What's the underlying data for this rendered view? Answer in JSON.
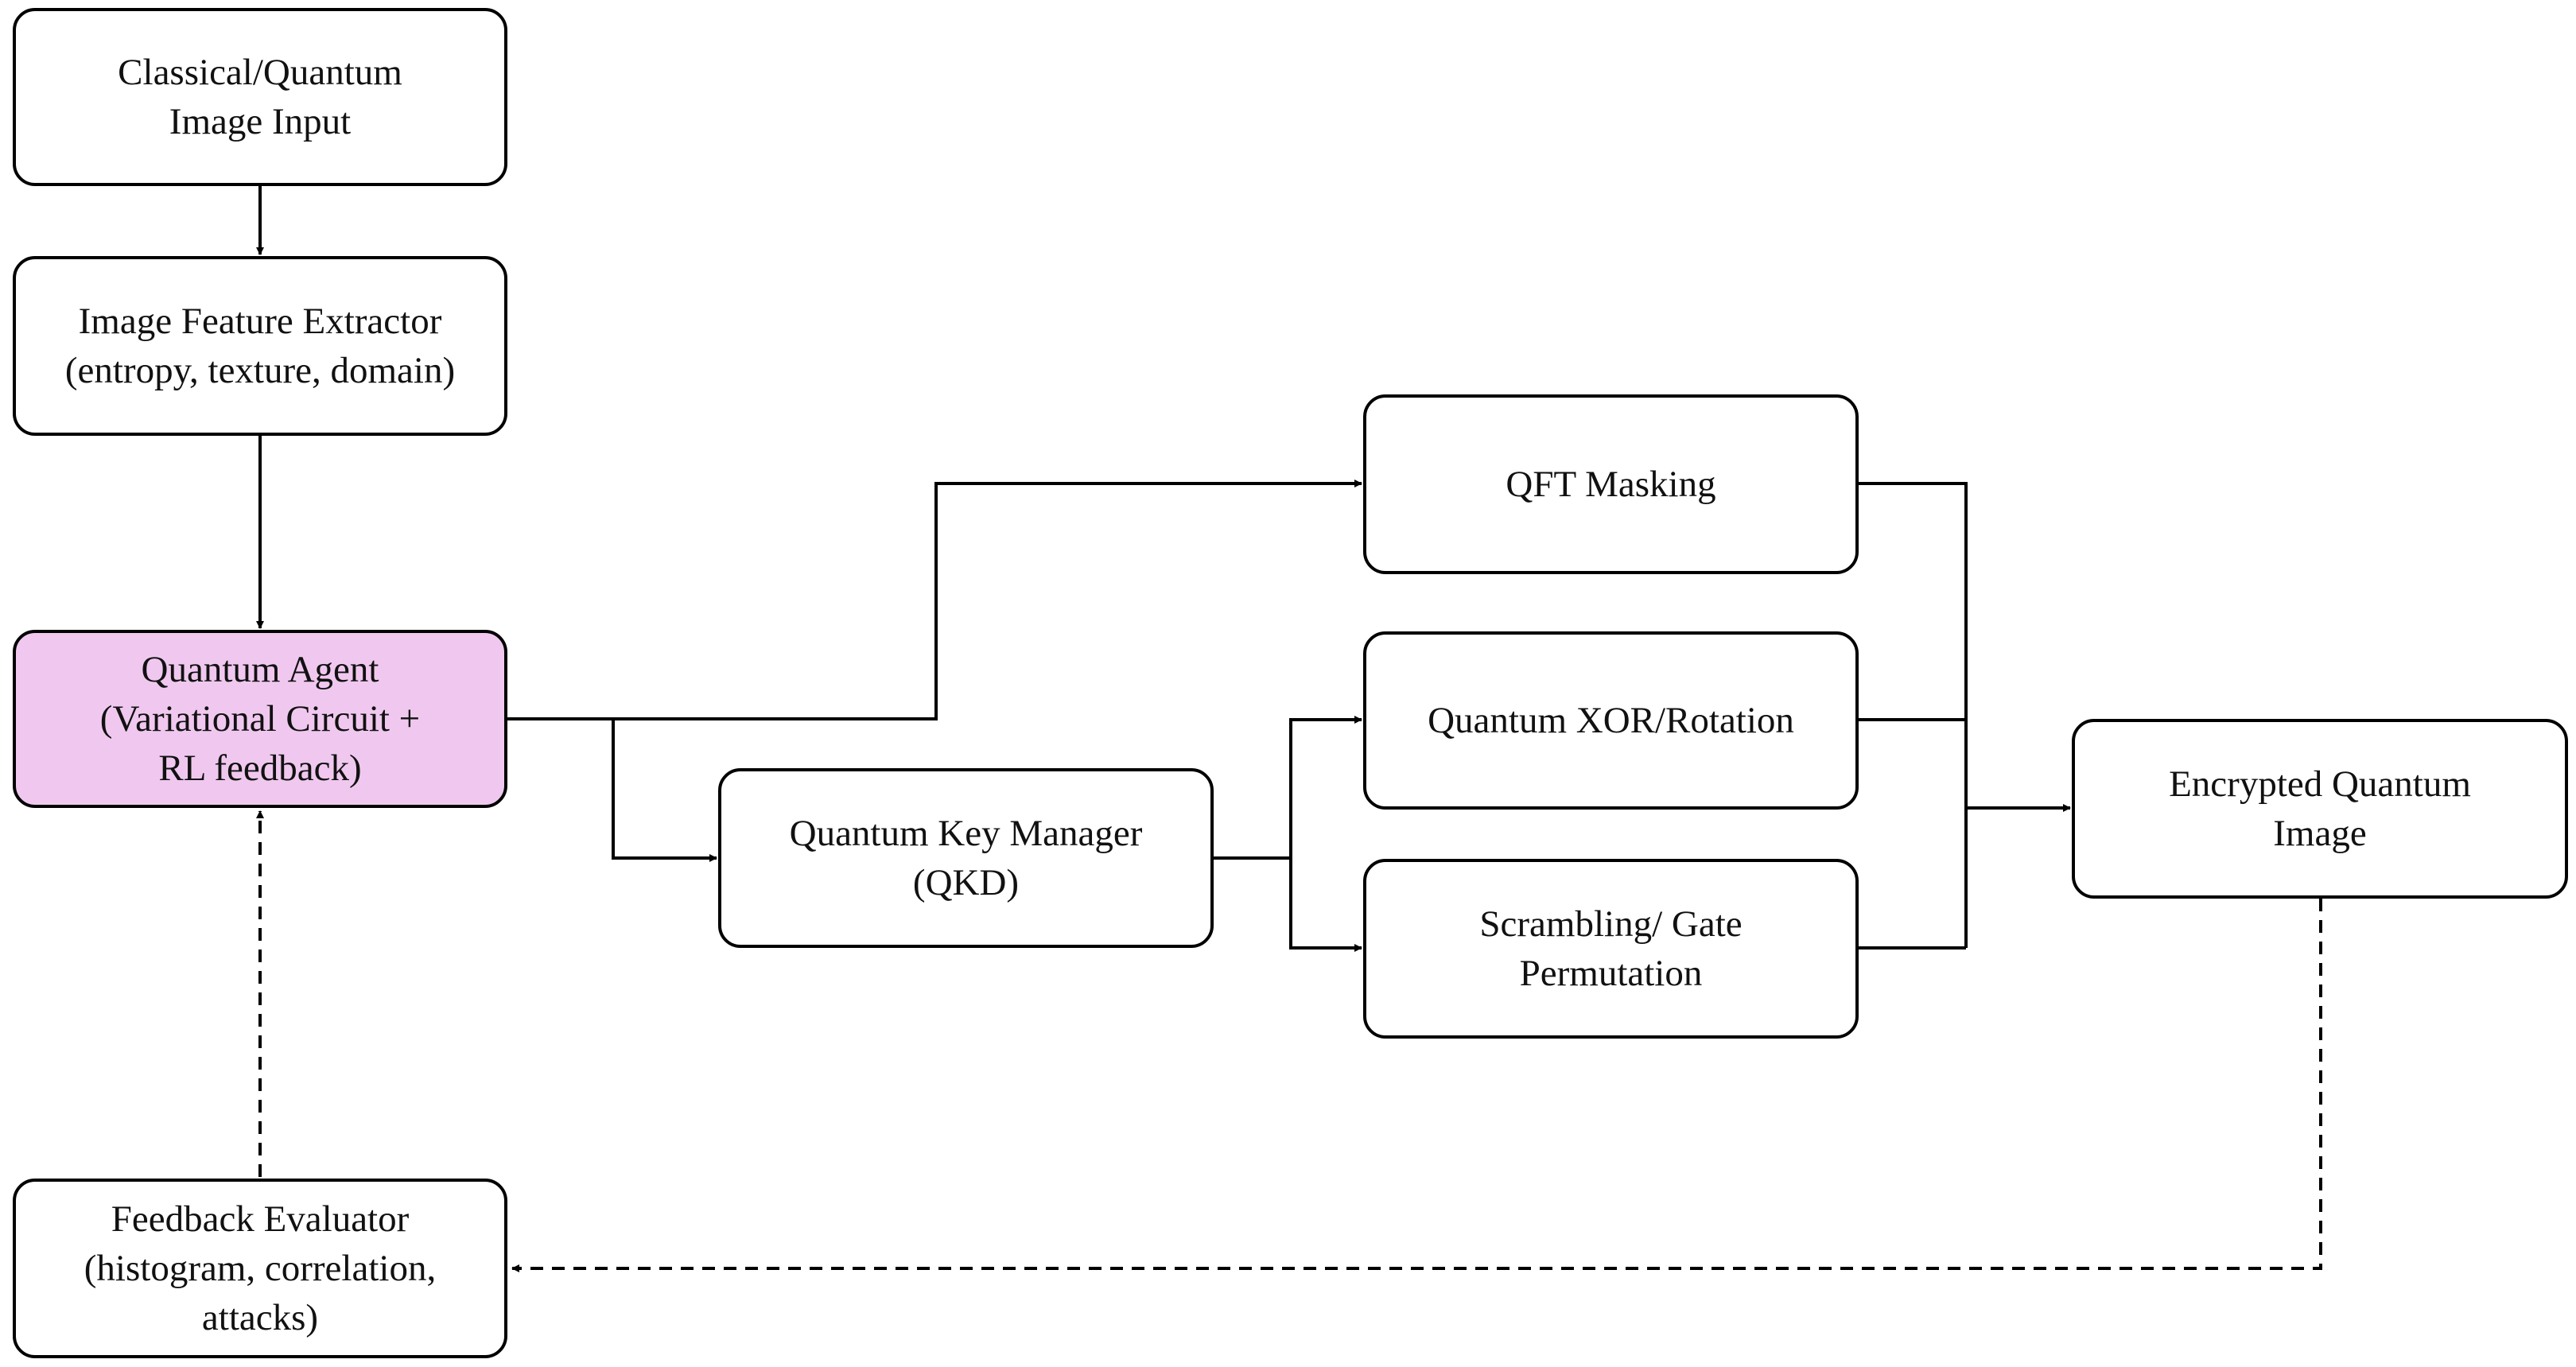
{
  "colors": {
    "agent_fill": "#f0c8ef",
    "box_fill": "#ffffff",
    "stroke": "#000000",
    "text": "#111111"
  },
  "nodes": {
    "input": {
      "lines": [
        "Classical/Quantum",
        "Image Input"
      ]
    },
    "extractor": {
      "lines": [
        "Image Feature Extractor",
        "(entropy, texture, domain)"
      ]
    },
    "agent": {
      "lines": [
        "Quantum Agent",
        "(Variational Circuit +",
        "RL feedback)"
      ]
    },
    "evaluator": {
      "lines": [
        "Feedback Evaluator",
        "(histogram, correlation,",
        "attacks)"
      ]
    },
    "key_manager": {
      "lines": [
        "Quantum Key Manager",
        "(QKD)"
      ]
    },
    "qft": {
      "lines": [
        "QFT Masking"
      ]
    },
    "xor": {
      "lines": [
        "Quantum XOR/Rotation"
      ]
    },
    "scrambling": {
      "lines": [
        "Scrambling/ Gate",
        "Permutation"
      ]
    },
    "encrypted": {
      "lines": [
        "Encrypted Quantum",
        "Image"
      ]
    }
  },
  "edges": [
    {
      "from": "input",
      "to": "extractor",
      "style": "solid"
    },
    {
      "from": "extractor",
      "to": "agent",
      "style": "solid"
    },
    {
      "from": "agent",
      "to": "qft",
      "style": "solid"
    },
    {
      "from": "agent",
      "to": "key_manager",
      "style": "solid"
    },
    {
      "from": "key_manager",
      "to": "xor",
      "style": "solid"
    },
    {
      "from": "key_manager",
      "to": "scrambling",
      "style": "solid"
    },
    {
      "from": "qft",
      "to": "encrypted",
      "style": "solid"
    },
    {
      "from": "xor",
      "to": "encrypted",
      "style": "solid"
    },
    {
      "from": "scrambling",
      "to": "encrypted",
      "style": "solid"
    },
    {
      "from": "encrypted",
      "to": "evaluator",
      "style": "dashed"
    },
    {
      "from": "evaluator",
      "to": "agent",
      "style": "dashed"
    }
  ]
}
